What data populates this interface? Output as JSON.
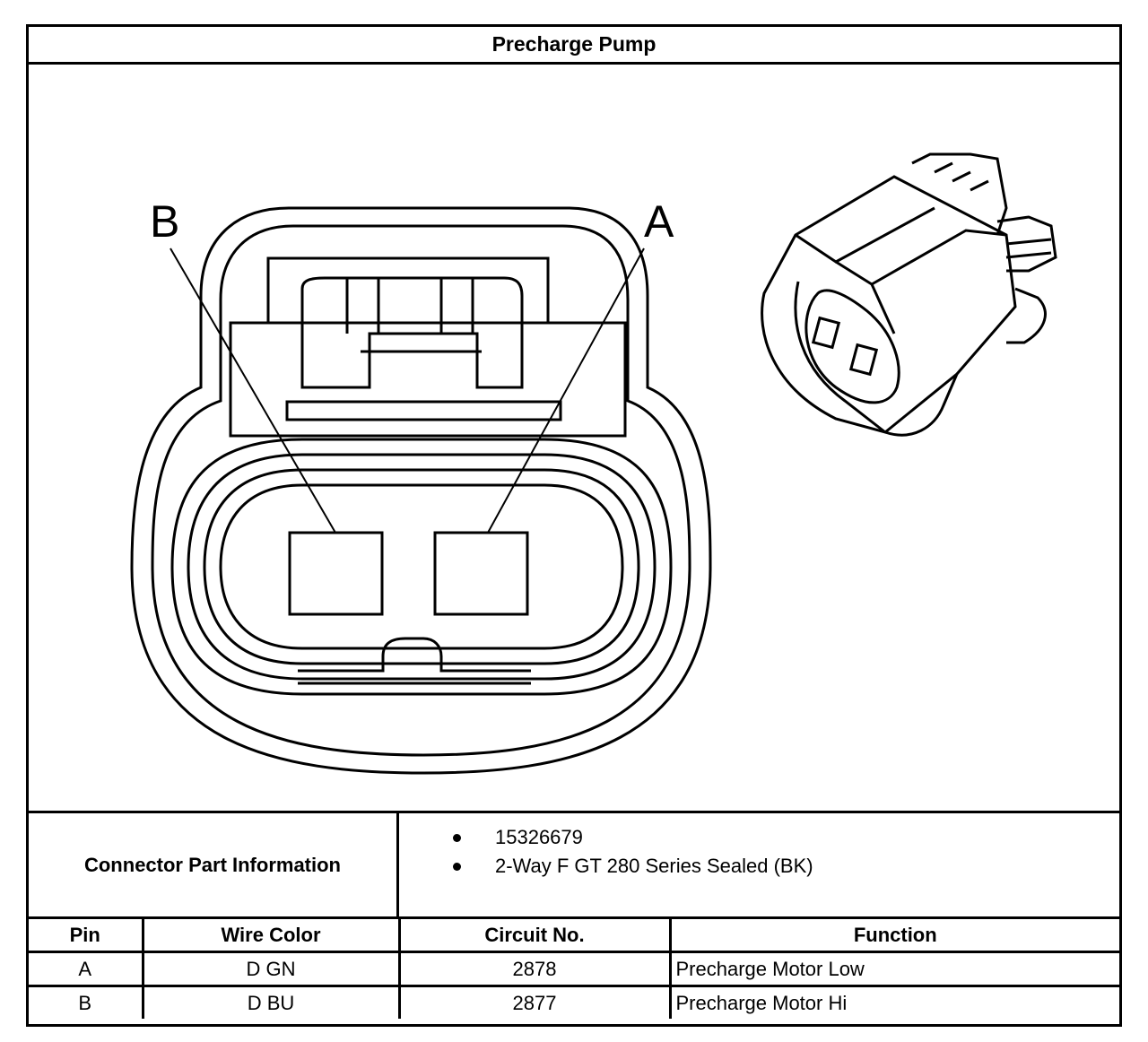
{
  "title": "Precharge Pump",
  "diagram": {
    "pin_labels": {
      "b": "B",
      "a": "A"
    }
  },
  "connector_info": {
    "label": "Connector Part Information",
    "items": [
      "15326679",
      "2-Way F GT 280 Series Sealed (BK)"
    ]
  },
  "pin_table": {
    "headers": {
      "pin": "Pin",
      "wire_color": "Wire Color",
      "circuit": "Circuit No.",
      "function": "Function"
    },
    "rows": [
      {
        "pin": "A",
        "wire_color": "D GN",
        "circuit": "2878",
        "function": "Precharge Motor Low"
      },
      {
        "pin": "B",
        "wire_color": "D BU",
        "circuit": "2877",
        "function": "Precharge Motor Hi"
      }
    ]
  }
}
